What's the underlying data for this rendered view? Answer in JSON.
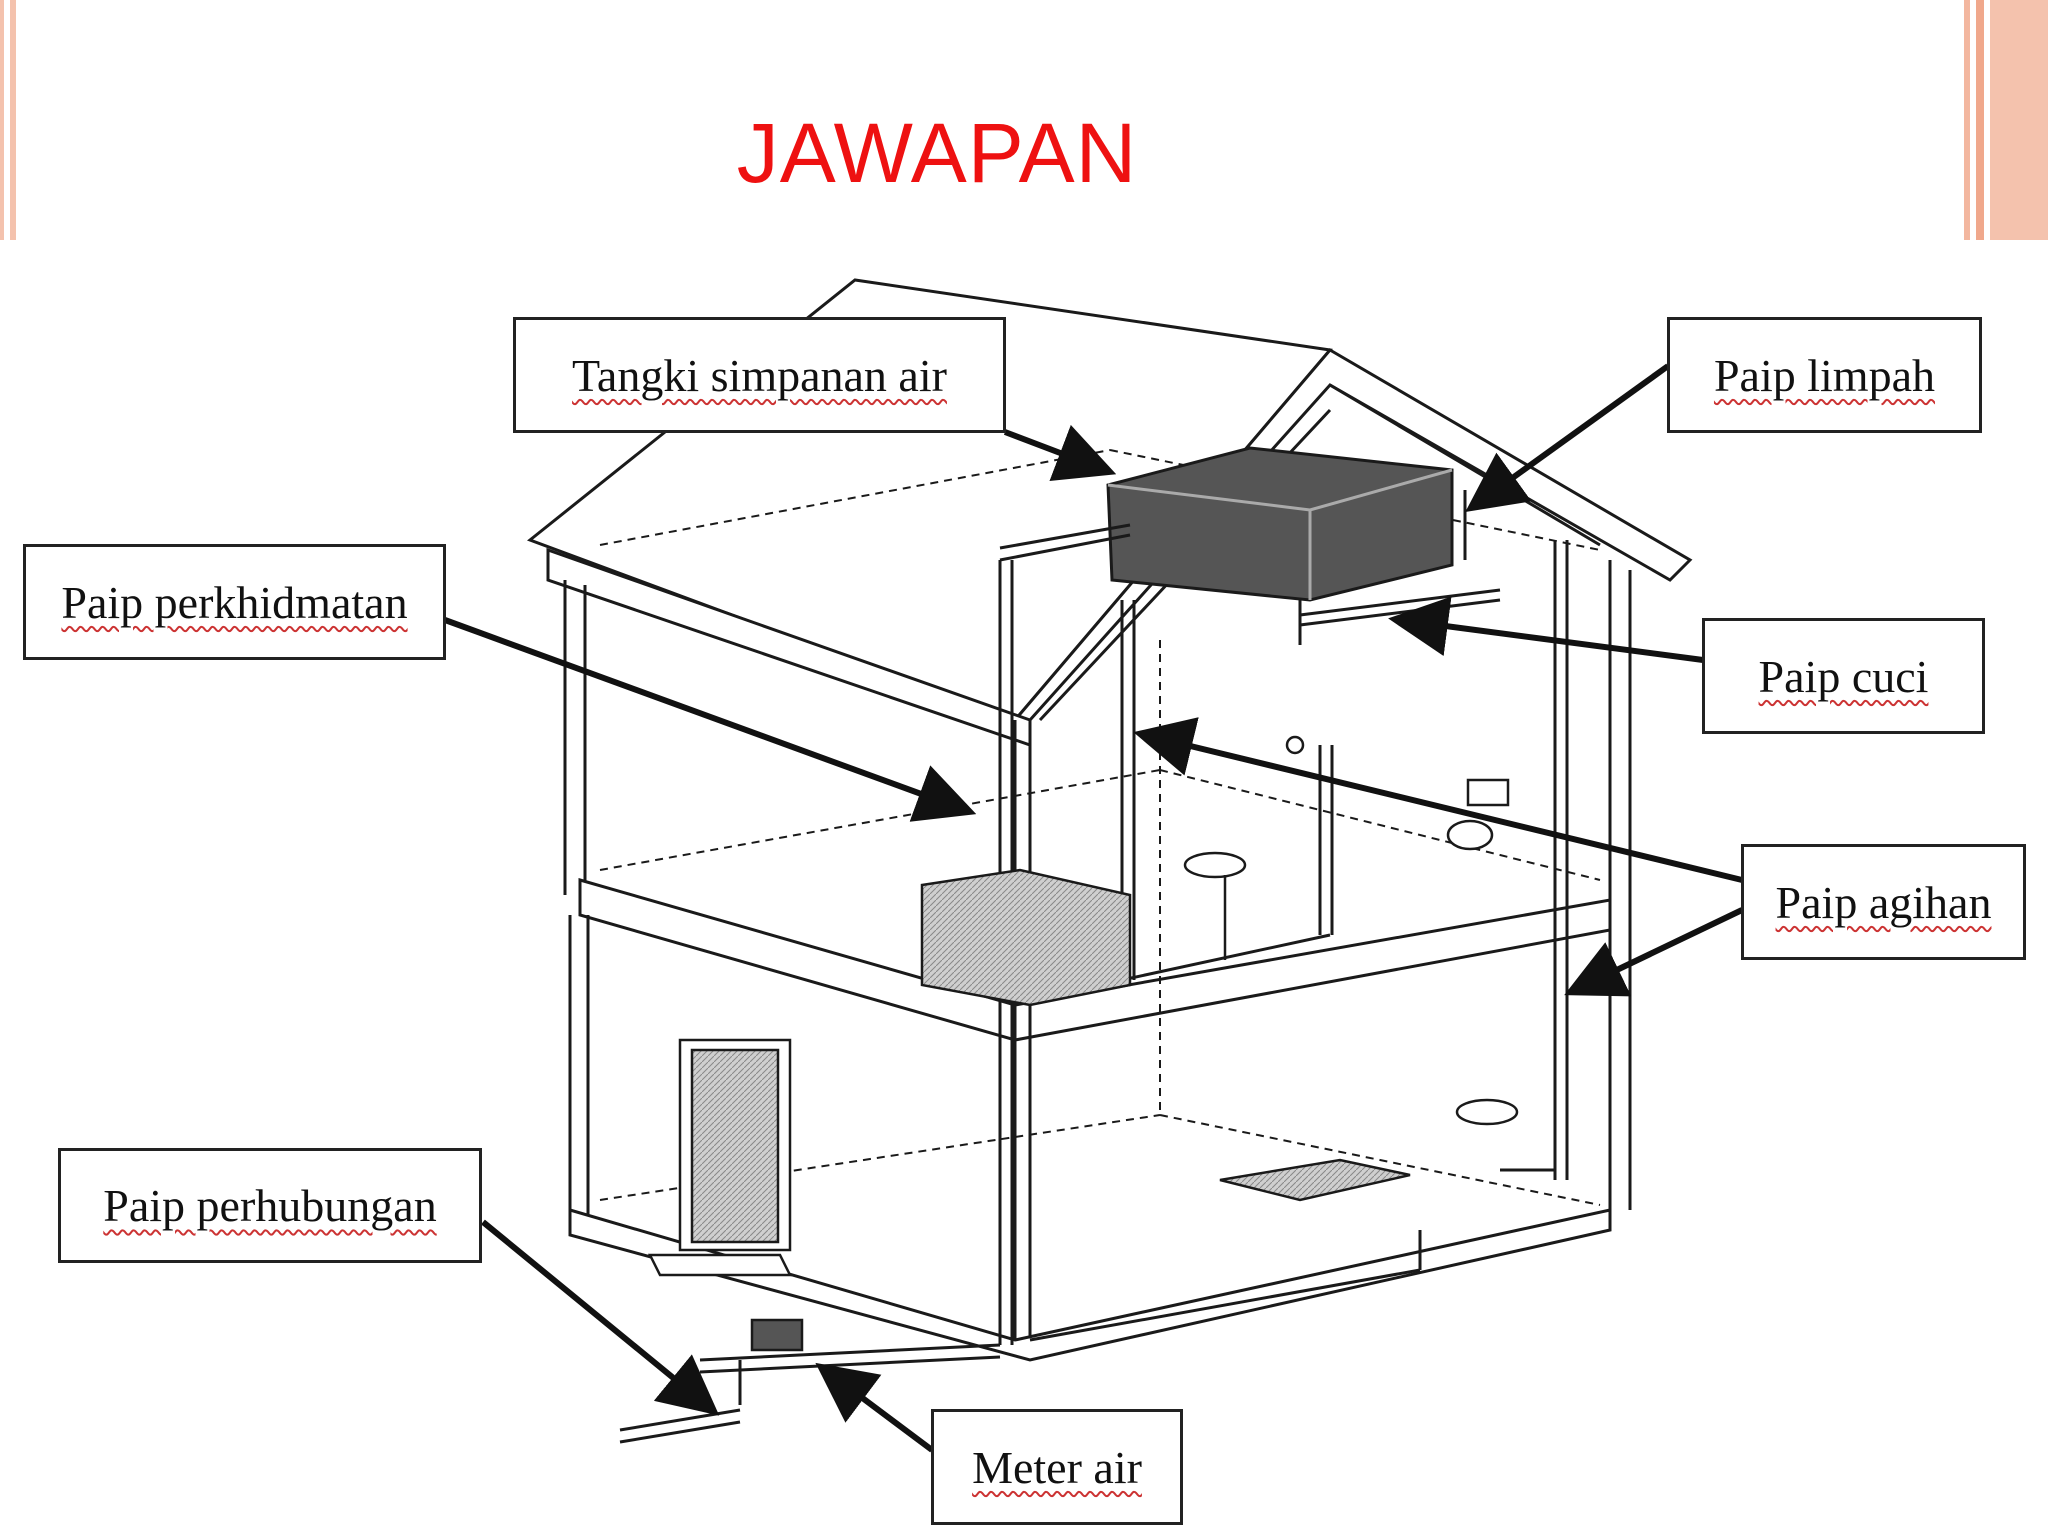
{
  "title": "JAWAPAN",
  "labels": {
    "tangki_simpanan_air": "Tangki simpanan air",
    "paip_limpah": "Paip limpah",
    "paip_perkhidmatan": "Paip perkhidmatan",
    "paip_cuci": "Paip cuci",
    "paip_agihan": "Paip agihan",
    "paip_perhubungan": "Paip perhubungan",
    "meter_air": "Meter air"
  },
  "colors": {
    "title": "#ee1111",
    "frame": "#f4c2ad",
    "line": "#1a1a1a"
  }
}
